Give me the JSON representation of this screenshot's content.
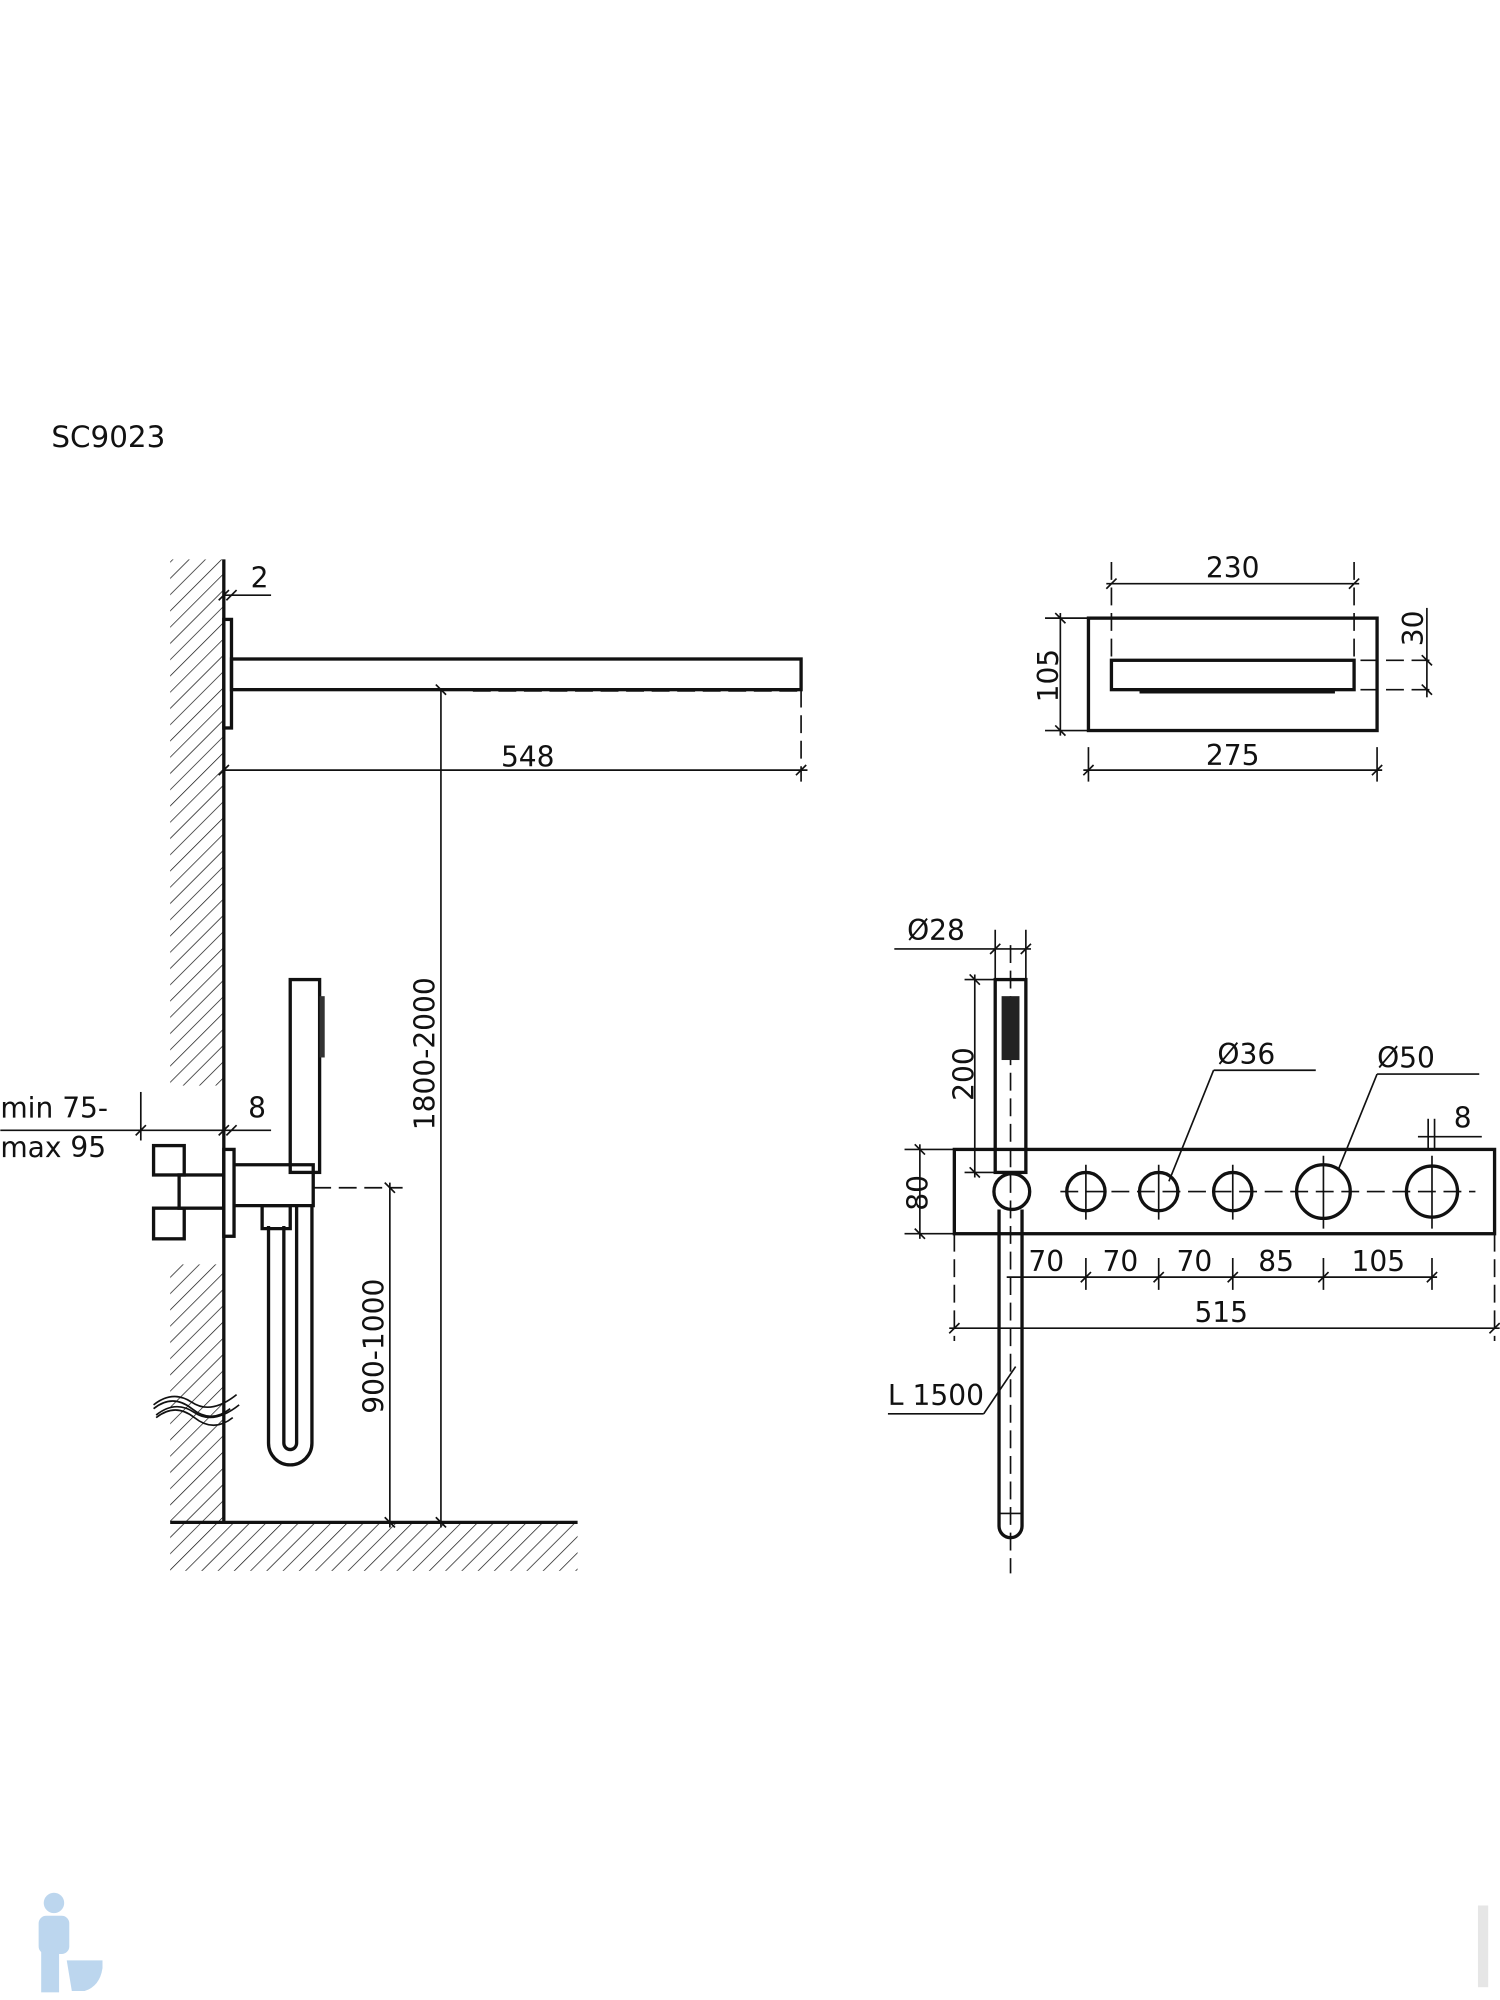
{
  "model": "SC9023",
  "side_view": {
    "wall_gap": "2",
    "arm_length": "548",
    "shower_height": "1800-2000",
    "mixer_depth": "min 75-",
    "mixer_depth_max": "max 95",
    "flange": "8",
    "mixer_height": "900-1000"
  },
  "shower_head": {
    "inner_width": "230",
    "outer_width": "275",
    "height": "105",
    "outlet_height": "30"
  },
  "panel": {
    "hand_shower_diameter": "Ø28",
    "hand_shower_length": "200",
    "knob_small": "Ø36",
    "knob_large": "Ø50",
    "knob_offset": "8",
    "panel_height": "80",
    "spacings": [
      "70",
      "70",
      "70",
      "85",
      "105"
    ],
    "total_width": "515",
    "hose_length": "L 1500"
  },
  "colors": {
    "line": "#111111",
    "logo": "#bcd6ee"
  }
}
